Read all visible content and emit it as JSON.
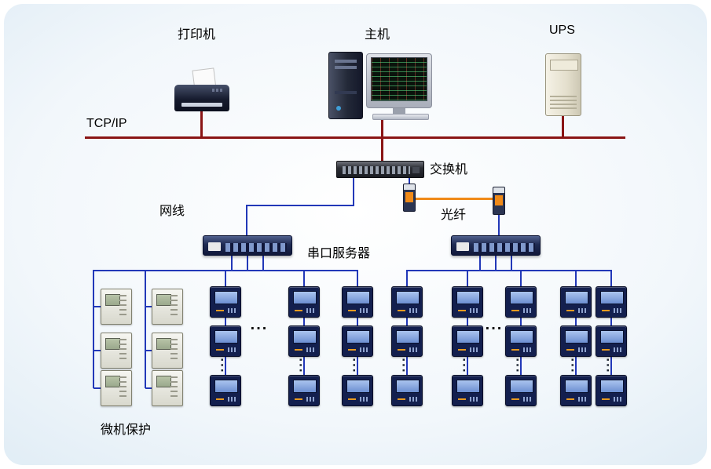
{
  "colors": {
    "bus": "#8a1515",
    "line": "#2238b8",
    "fiber": "#f08a18"
  },
  "labels": {
    "printer": "打印机",
    "host": "主机",
    "ups": "UPS",
    "tcpip": "TCP/IP",
    "switch": "交换机",
    "cable": "网线",
    "fiber": "光纤",
    "serial_server": "串口服务器",
    "protection": "微机保护",
    "h_dots": "...",
    "v_dots": "..."
  },
  "structure": {
    "left_meter_columns": 3,
    "right_meter_columns": 5,
    "meters_visible_per_column": 3,
    "protection_device_columns": 2,
    "protection_devices_per_column": 3
  }
}
